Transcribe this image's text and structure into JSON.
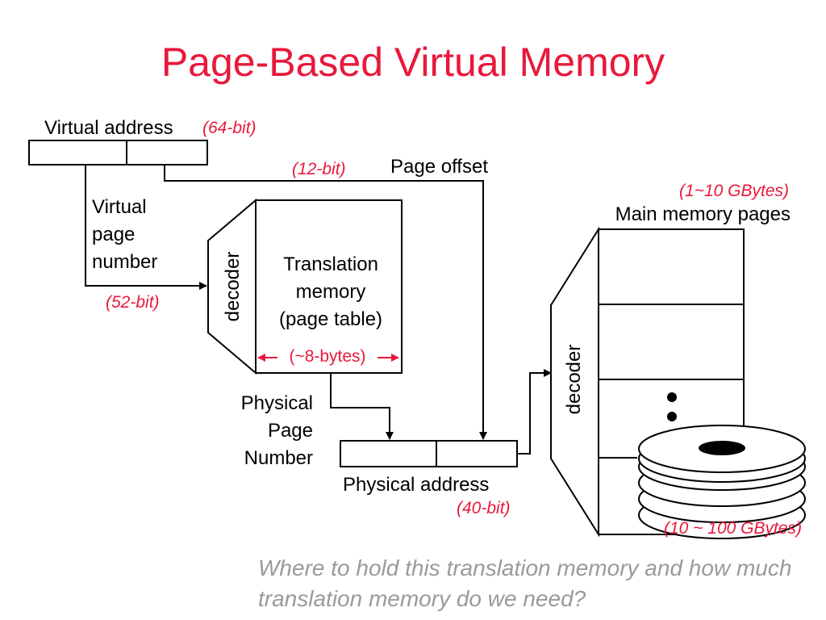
{
  "slide": {
    "title": "Page-Based Virtual Memory",
    "question": "Where to hold this translation memory and how much translation memory do we need?"
  },
  "diagram": {
    "virtual_address_label": "Virtual address",
    "virtual_address_bits": "(64-bit)",
    "offset_bits": "(12-bit)",
    "page_offset_label": "Page offset",
    "vpn_label_lines": [
      "Virtual",
      "page",
      "number"
    ],
    "vpn_bits": "(52-bit)",
    "decoder_label": "decoder",
    "translation_label_lines": [
      "Translation",
      "memory",
      "(page table)"
    ],
    "entry_size": "(~8-bytes)",
    "ppn_label_lines": [
      "Physical",
      "Page",
      "Number"
    ],
    "physical_address_label": "Physical address",
    "physical_address_bits": "(40-bit)",
    "main_memory_size": "(1~10 GBytes)",
    "main_memory_label": "Main memory pages",
    "memory_decoder_label": "decoder",
    "disk_size": "(10 ~ 100 GBytes)"
  },
  "colors": {
    "title": "#e8193c",
    "annotation": "#e8193c",
    "question": "#9a9a9a",
    "line": "#000000"
  }
}
